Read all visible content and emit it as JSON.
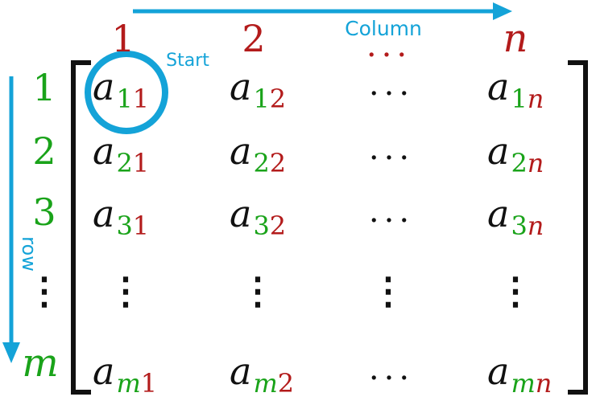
{
  "colors": {
    "row_index": "#1aa31a",
    "col_index": "#b31b1b",
    "element": "#111111",
    "annotation": "#14a3d8",
    "bracket": "#111111"
  },
  "annotations": {
    "column_label": "Column",
    "row_label": "row",
    "start_label": "Start"
  },
  "column_headers": [
    "1",
    "2",
    "...",
    "n"
  ],
  "row_headers": [
    "1",
    "2",
    "3",
    "⋮",
    "m"
  ],
  "matrix": {
    "symbol": "a",
    "ellipsis": "...",
    "vdots": "⋮",
    "rows": [
      [
        {
          "r": "1",
          "c": "1"
        },
        {
          "r": "1",
          "c": "2"
        },
        {
          "dots": true
        },
        {
          "r": "1",
          "c": "n"
        }
      ],
      [
        {
          "r": "2",
          "c": "1"
        },
        {
          "r": "2",
          "c": "2"
        },
        {
          "dots": true
        },
        {
          "r": "2",
          "c": "n"
        }
      ],
      [
        {
          "r": "3",
          "c": "1"
        },
        {
          "r": "3",
          "c": "2"
        },
        {
          "dots": true
        },
        {
          "r": "3",
          "c": "n"
        }
      ],
      [
        {
          "vdots": true
        },
        {
          "vdots": true
        },
        {
          "vdots": true
        },
        {
          "vdots": true
        }
      ],
      [
        {
          "r": "m",
          "c": "1"
        },
        {
          "r": "m",
          "c": "2"
        },
        {
          "dots": true
        },
        {
          "r": "m",
          "c": "n"
        }
      ]
    ]
  }
}
